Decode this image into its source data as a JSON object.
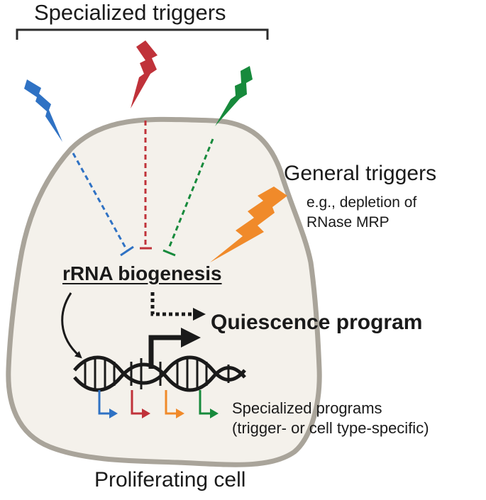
{
  "labels": {
    "specialized_triggers": "Specialized triggers",
    "general_triggers": "General triggers",
    "general_example": "e.g., depletion of\nRNase MRP",
    "rrna_biogenesis": "rRNA biogenesis",
    "quiescence_program": "Quiescence program",
    "specialized_programs": "Specialized programs\n(trigger- or cell type-specific)",
    "proliferating_cell": "Proliferating cell"
  },
  "colors": {
    "blue": "#2f72c4",
    "red": "#c0323a",
    "green": "#178a3c",
    "orange": "#f08a2a",
    "cell_fill": "#f4f1eb",
    "cell_stroke": "#a9a49a",
    "dark": "#1a1a1a"
  },
  "icons": [
    "bolt-icon",
    "arrow-icon",
    "dna-helix-icon",
    "inhibition-bar-icon"
  ]
}
